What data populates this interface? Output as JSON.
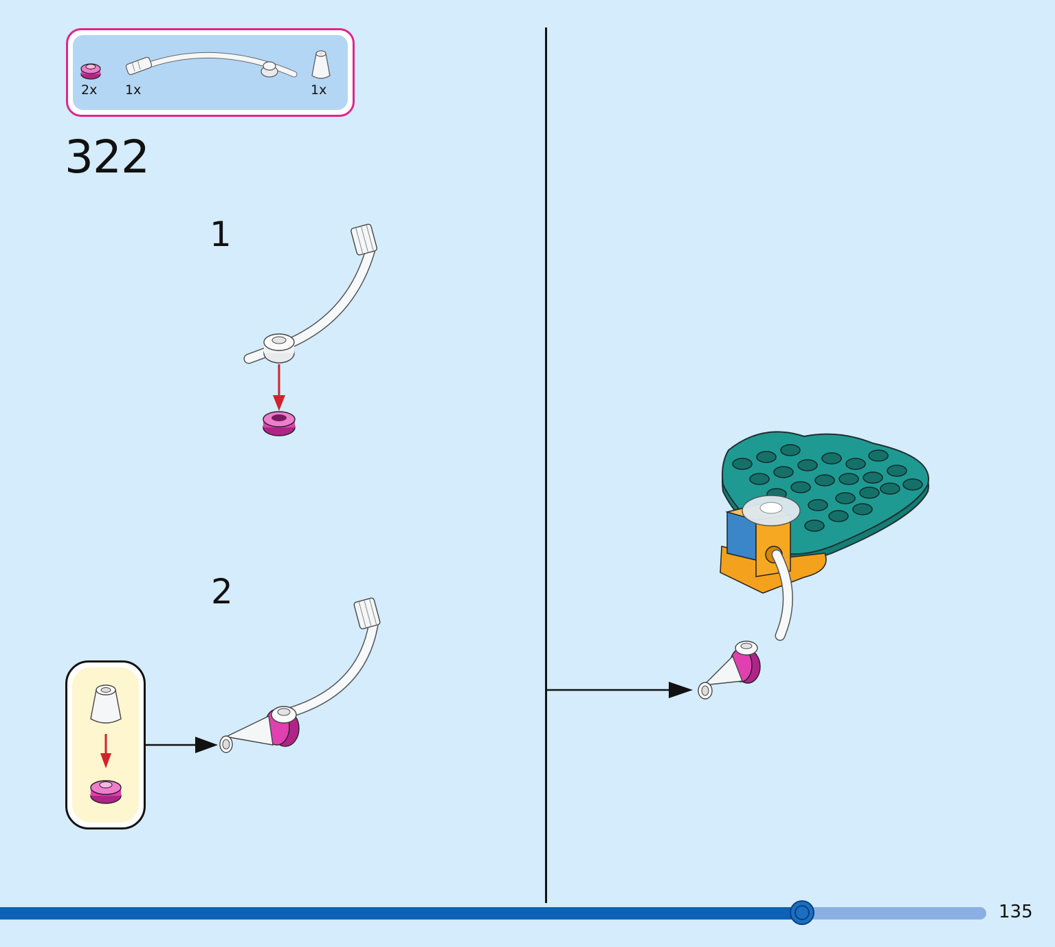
{
  "parts_list": {
    "items": [
      {
        "name": "magenta round plate",
        "quantity": "2x",
        "color": "#e040b0"
      },
      {
        "name": "flexible tube with connectors",
        "quantity": "1x",
        "color": "#f4f6f8"
      },
      {
        "name": "white cone",
        "quantity": "1x",
        "color": "#f4f6f8"
      }
    ]
  },
  "step": {
    "number": "322",
    "substeps": [
      {
        "label": "1"
      },
      {
        "label": "2"
      }
    ]
  },
  "colors": {
    "background": "#d4ecfb",
    "parts_border": "#e0258a",
    "callout_bg": "#fdf6cf",
    "arrow_red": "#d1232a",
    "teal_heart": "#1f9a92",
    "orange_brick": "#f4a11e",
    "blue_brick": "#3a86c8",
    "progress_dark": "#0d62b5",
    "progress_light": "#8aafe3"
  },
  "progress": {
    "fraction": 0.813
  },
  "footer": {
    "page_number": "135"
  }
}
